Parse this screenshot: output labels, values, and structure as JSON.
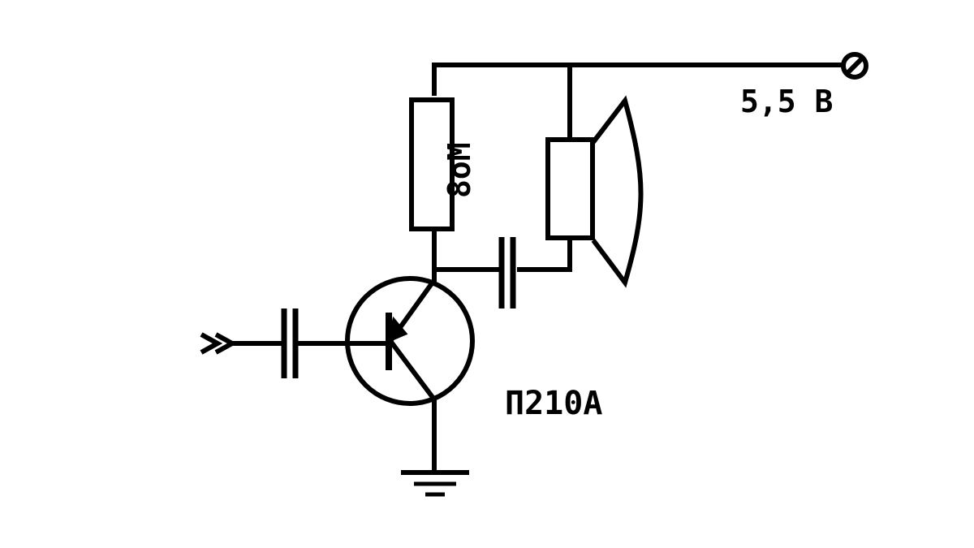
{
  "diagram": {
    "supply_label": "5,5 В",
    "resistor_label": "8оМ",
    "transistor_label": "П210А"
  },
  "colors": {
    "ink": "#000000",
    "background": "#ffffff"
  }
}
